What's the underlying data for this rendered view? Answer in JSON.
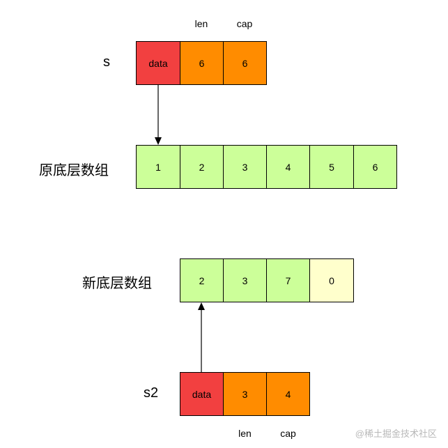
{
  "top_struct": {
    "var_name": "s",
    "field_labels": [
      "len",
      "cap"
    ],
    "cells": [
      "data",
      "6",
      "6"
    ]
  },
  "orig_array": {
    "label": "原底层数组",
    "cells": [
      "1",
      "2",
      "3",
      "4",
      "5",
      "6"
    ]
  },
  "new_array": {
    "label": "新底层数组",
    "cells": [
      "2",
      "3",
      "7",
      "0"
    ]
  },
  "bottom_struct": {
    "var_name": "s2",
    "field_labels": [
      "len",
      "cap"
    ],
    "cells": [
      "data",
      "3",
      "4"
    ]
  },
  "watermark": "@稀土掘金技术社区",
  "colors": {
    "data_pointer": "#f24040",
    "header_field": "#ff8c00",
    "array_element": "#ccff99",
    "spare_capacity": "#ffffcc"
  }
}
